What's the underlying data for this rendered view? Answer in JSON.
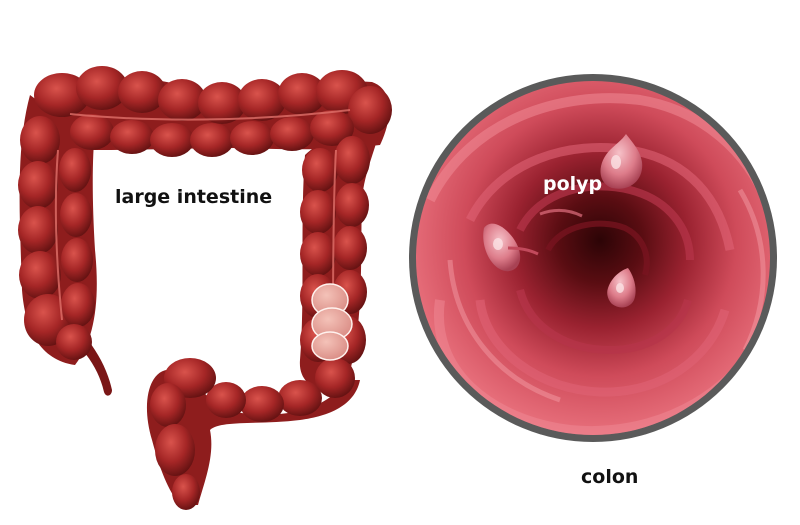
{
  "labels": {
    "large_intestine": "large intestine",
    "polyp": "polyp",
    "colon": "colon"
  },
  "colors": {
    "intestine_dark": "#6e1414",
    "intestine_mid": "#a02424",
    "intestine_light": "#c8453f",
    "polyp_area": "#e8a9a1",
    "colon_rim": "#5a5a5a",
    "colon_outer": "#d44a58",
    "colon_lumen": "#3a0609",
    "polyp_fill": "#e58a95"
  }
}
